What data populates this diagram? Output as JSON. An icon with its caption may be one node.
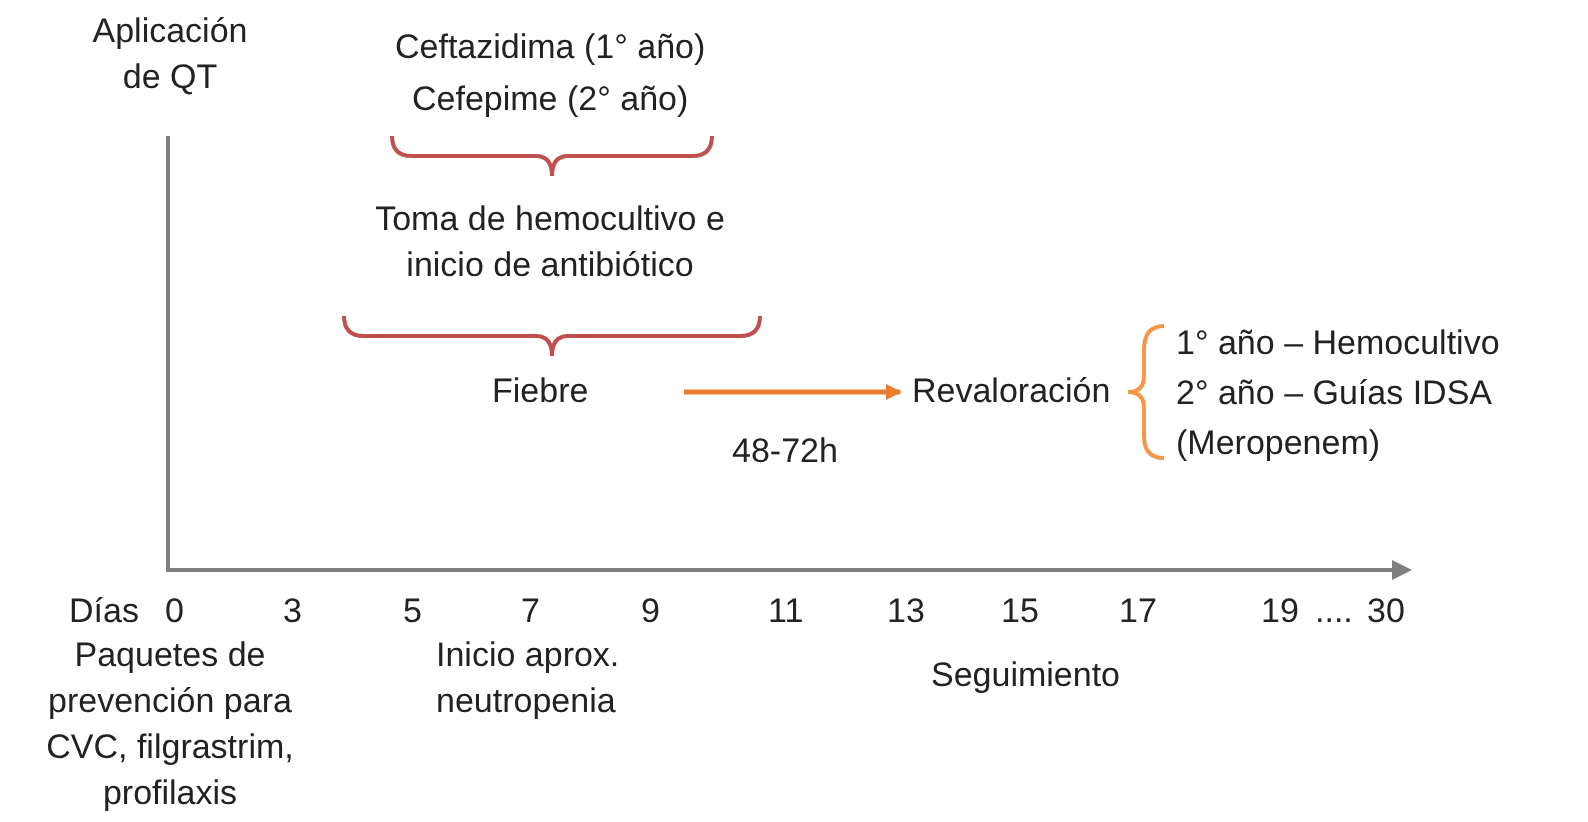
{
  "diagram": {
    "nodes": [
      {
        "text": [
          "Fiebre"
        ]
      },
      {
        "text": [
          "Revaloración"
        ]
      }
    ],
    "edges": [
      {
        "from": 0,
        "to": 1,
        "arrow": "to",
        "label": "48-72h",
        "color": "#ed7d31"
      }
    ],
    "labels": [
      "Aplicación de QT",
      "Ceftazidima (1° año)",
      "Cefepime (2° año)",
      "Toma de hemocultivo e inicio de antibiótico",
      "1° año – Hemocultivo",
      "2° año – Guías IDSA",
      "(Meropenem)",
      "Días",
      "0",
      "3",
      "5",
      "7",
      "9",
      "11",
      "13",
      "15",
      "17",
      "19",
      "....",
      "30",
      "Paquetes de prevención para CVC, filgrastrim, profilaxis",
      "Inicio aprox. neutropenia",
      "Seguimiento"
    ]
  }
}
